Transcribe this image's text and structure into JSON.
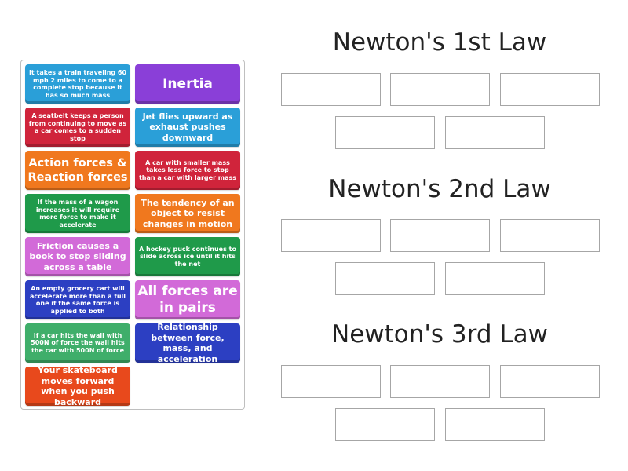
{
  "cards": [
    {
      "id": "c1",
      "text": "It takes a train traveling 60 mph 2 miles to come to a complete stop because it has so much mass",
      "color": "#2a9fd8"
    },
    {
      "id": "c2",
      "text": "Inertia",
      "color": "#8a3fd8"
    },
    {
      "id": "c3",
      "text": "A seatbelt keeps a person from continuing to move as a car comes to a sudden stop",
      "color": "#d0243b"
    },
    {
      "id": "c4",
      "text": "Jet flies upward as exhaust pushes downward",
      "color": "#2a9fd8"
    },
    {
      "id": "c5",
      "text": "Action forces & Reaction forces",
      "color": "#f0781e"
    },
    {
      "id": "c6",
      "text": "A car with smaller mass takes less force to stop than a car with larger mass",
      "color": "#d0243b"
    },
    {
      "id": "c7",
      "text": "If the mass of a wagon increases it will require more force to make it accelerate",
      "color": "#1f9a4a"
    },
    {
      "id": "c8",
      "text": "The tendency of an object to resist changes in motion",
      "color": "#f0781e"
    },
    {
      "id": "c9",
      "text": "Friction causes a book to stop sliding across a table",
      "color": "#d26ad8"
    },
    {
      "id": "c10",
      "text": "A hockey puck continues to slide across ice until it hits the net",
      "color": "#1f9a4a"
    },
    {
      "id": "c11",
      "text": "An empty grocery cart will accelerate more than a full one if the same force is applied to both",
      "color": "#2c3fc2"
    },
    {
      "id": "c12",
      "text": "All forces are in pairs",
      "color": "#d26ad8"
    },
    {
      "id": "c13",
      "text": "If a car hits the wall with 500N of force the wall hits the car with 500N of force",
      "color": "#3fae6a"
    },
    {
      "id": "c14",
      "text": "Relationship between force, mass, and acceleration",
      "color": "#2c3fc2"
    },
    {
      "id": "c15",
      "text": "Your skateboard moves forward when you push backward",
      "color": "#e8491c"
    }
  ],
  "groups": [
    {
      "title": "Newton's 1st Law"
    },
    {
      "title": "Newton's 2nd Law"
    },
    {
      "title": "Newton's 3rd Law"
    }
  ]
}
